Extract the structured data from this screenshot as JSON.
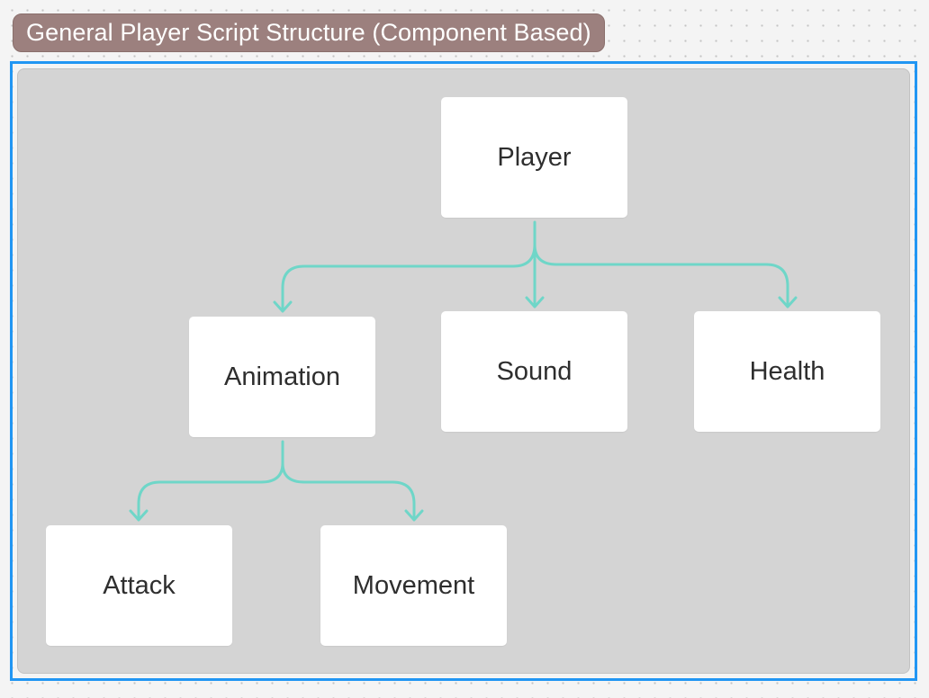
{
  "frame": {
    "title": "General Player Script Structure (Component Based)"
  },
  "nodes": {
    "player": "Player",
    "animation": "Animation",
    "sound": "Sound",
    "health": "Health",
    "attack": "Attack",
    "movement": "Movement"
  },
  "colors": {
    "frame_title_bg": "#9c807e",
    "frame_border": "#2196f3",
    "frame_fill": "#d4d4d4",
    "connector": "#6fd6c8",
    "node_fill": "#ffffff"
  }
}
